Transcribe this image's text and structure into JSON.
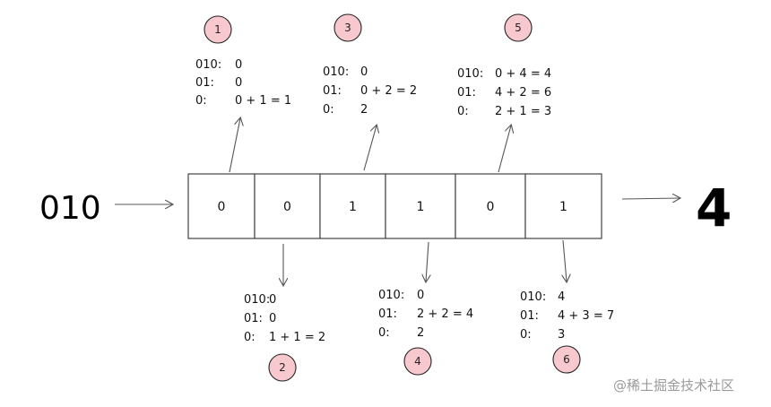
{
  "input": "010",
  "output": "4",
  "cells": [
    "0",
    "0",
    "1",
    "1",
    "0",
    "1"
  ],
  "steps": [
    {
      "badge": "1",
      "lines": [
        {
          "k": "010:",
          "v": "0"
        },
        {
          "k": "01:",
          "v": "0"
        },
        {
          "k": "0:",
          "v": "0 + 1 = 1"
        }
      ]
    },
    {
      "badge": "2",
      "lines": [
        {
          "k": "010:",
          "v": "0"
        },
        {
          "k": "01:",
          "v": "0"
        },
        {
          "k": "0:",
          "v": "1 + 1 = 2"
        }
      ]
    },
    {
      "badge": "3",
      "lines": [
        {
          "k": "010:",
          "v": "0"
        },
        {
          "k": "01:",
          "v": "0 + 2 = 2"
        },
        {
          "k": "0:",
          "v": "2"
        }
      ]
    },
    {
      "badge": "4",
      "lines": [
        {
          "k": "010:",
          "v": "0"
        },
        {
          "k": "01:",
          "v": "2 + 2 = 4"
        },
        {
          "k": "0:",
          "v": "2"
        }
      ]
    },
    {
      "badge": "5",
      "lines": [
        {
          "k": "010:",
          "v": "0 + 4 = 4"
        },
        {
          "k": "01:",
          "v": "4 + 2 = 6"
        },
        {
          "k": "0:",
          "v": "2 + 1 = 3"
        }
      ]
    },
    {
      "badge": "6",
      "lines": [
        {
          "k": "010:",
          "v": "4"
        },
        {
          "k": "01:",
          "v": "4 + 3 = 7"
        },
        {
          "k": "0:",
          "v": "3"
        }
      ]
    }
  ],
  "watermark": "@稀土掘金技术社区",
  "colors": {
    "badge_fill": "#f7c9cf",
    "ink": "#111111"
  }
}
